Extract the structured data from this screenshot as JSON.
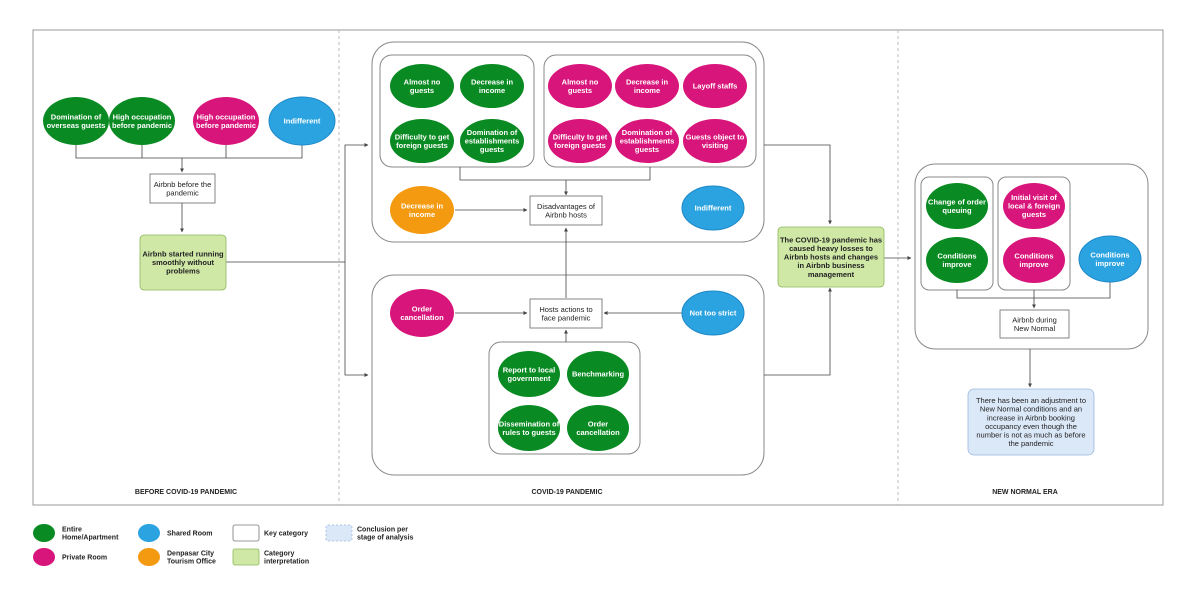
{
  "colors": {
    "entire_home": "#0a8a22",
    "private_room": "#d8157a",
    "shared_room": "#2aa3e0",
    "tourism_office": "#f39a10",
    "interpretation": "#cfe8a6",
    "conclusion": "#dbe8f8"
  },
  "sections": {
    "before": "BEFORE COVID-19 PANDEMIC",
    "covid": "COVID-19 PANDEMIC",
    "new_normal": "NEW NORMAL ERA"
  },
  "before": {
    "nodes": [
      {
        "id": "b1",
        "label": [
          "Domination of",
          "overseas guests"
        ],
        "type": "entire_home"
      },
      {
        "id": "b2",
        "label": [
          "High occupation",
          "before pandemic"
        ],
        "type": "entire_home"
      },
      {
        "id": "b3",
        "label": [
          "High occupation",
          "before pandemic"
        ],
        "type": "private_room"
      },
      {
        "id": "b4",
        "label": [
          "Indifferent"
        ],
        "type": "shared_room"
      }
    ],
    "key": [
      "Airbnb before the",
      "pandemic"
    ],
    "interpretation": [
      "Airbnb started running",
      "smoothly without",
      "problems"
    ]
  },
  "covid": {
    "dis_green": [
      {
        "id": "g1",
        "label": [
          "Almost no",
          "guests"
        ]
      },
      {
        "id": "g2",
        "label": [
          "Decrease in",
          "income"
        ]
      },
      {
        "id": "g3",
        "label": [
          "Difficulty to get",
          "foreign guests"
        ]
      },
      {
        "id": "g4",
        "label": [
          "Domination of",
          "establishments",
          "guests"
        ]
      }
    ],
    "dis_pink": [
      {
        "id": "p1",
        "label": [
          "Almost no",
          "guests"
        ]
      },
      {
        "id": "p2",
        "label": [
          "Decrease in",
          "income"
        ]
      },
      {
        "id": "p3",
        "label": [
          "Layoff staffs"
        ]
      },
      {
        "id": "p4",
        "label": [
          "Difficulty to get",
          "foreign guests"
        ]
      },
      {
        "id": "p5",
        "label": [
          "Domination of",
          "establishments",
          "guests"
        ]
      },
      {
        "id": "p6",
        "label": [
          "Guests object to",
          "visiting"
        ]
      }
    ],
    "decrease_income": [
      "Decrease in",
      "income"
    ],
    "indifferent": [
      "Indifferent"
    ],
    "dis_key": [
      "Disadvantages of",
      "Airbnb hosts"
    ],
    "actions_key": [
      "Hosts actions to",
      "face pandemic"
    ],
    "order_cancel": [
      "Order",
      "cancellation"
    ],
    "not_too_strict": [
      "Not too strict"
    ],
    "actions": [
      {
        "id": "a1",
        "label": [
          "Report to local",
          "government"
        ]
      },
      {
        "id": "a2",
        "label": [
          "Benchmarking"
        ]
      },
      {
        "id": "a3",
        "label": [
          "Dissemination of",
          "rules to guests"
        ]
      },
      {
        "id": "a4",
        "label": [
          "Order",
          "cancellation"
        ]
      }
    ],
    "interpretation": [
      "The COVID-19 pandemic has",
      "caused heavy losses to",
      "Airbnb hosts and changes",
      "in Airbnb business",
      "management"
    ]
  },
  "new_normal": {
    "green": [
      {
        "id": "n1",
        "label": [
          "Change of order",
          "queuing"
        ]
      },
      {
        "id": "n2",
        "label": [
          "Conditions",
          "improve"
        ]
      }
    ],
    "pink": [
      {
        "id": "n3",
        "label": [
          "Initial visit of",
          "local & foreign",
          "guests"
        ]
      },
      {
        "id": "n4",
        "label": [
          "Conditions",
          "improve"
        ]
      }
    ],
    "blue": [
      "Conditions",
      "improve"
    ],
    "key": [
      "Airbnb during",
      "New Normal"
    ],
    "conclusion": [
      "There has been an adjustment to",
      "New Normal conditions and an",
      "increase in Airbnb booking",
      "occupancy even though the",
      "number is not as much as before",
      "the pandemic"
    ]
  },
  "legend": [
    {
      "id": "lg1",
      "kind": "circle",
      "type": "entire_home",
      "label": [
        "Entire",
        "Home/Apartment"
      ]
    },
    {
      "id": "lg2",
      "kind": "circle",
      "type": "private_room",
      "label": [
        "Private Room"
      ]
    },
    {
      "id": "lg3",
      "kind": "circle",
      "type": "shared_room",
      "label": [
        "Shared Room"
      ]
    },
    {
      "id": "lg4",
      "kind": "circle",
      "type": "tourism_office",
      "label": [
        "Denpasar City",
        "Tourism Office"
      ]
    },
    {
      "id": "lg5",
      "kind": "rect",
      "type": "key",
      "label": [
        "Key category"
      ]
    },
    {
      "id": "lg6",
      "kind": "rect",
      "type": "interpretation",
      "label": [
        "Category",
        "interpretation"
      ]
    },
    {
      "id": "lg7",
      "kind": "rect",
      "type": "conclusion",
      "label": [
        "Conclusion per",
        "stage of analysis"
      ]
    }
  ]
}
